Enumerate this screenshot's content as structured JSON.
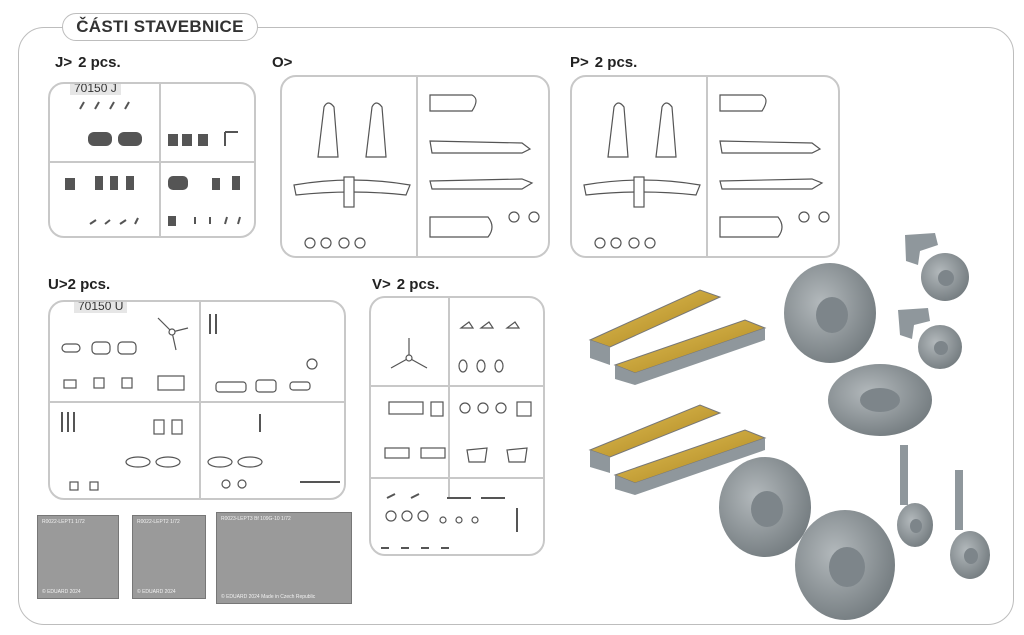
{
  "header": {
    "title": "ČÁSTI STAVEBNICE"
  },
  "sprues": {
    "J": {
      "letter": "J>",
      "qty": "2 pcs.",
      "code": "70150 J"
    },
    "O": {
      "letter": "O>"
    },
    "P": {
      "letter": "P>",
      "qty": "2 pcs."
    },
    "U": {
      "letter": "U>",
      "qty": "2 pcs.",
      "code": "70150 U"
    },
    "V": {
      "letter": "V>",
      "qty": "2 pcs."
    }
  },
  "photoetch": [
    {
      "label": "R0022-LEPT1  1/72",
      "footer": "© EDUARD 2024"
    },
    {
      "label": "R0022-LEPT2  1/72",
      "footer": "© EDUARD 2024"
    },
    {
      "label": "R0023-LEPT3  Bf 109G-10  1/72",
      "footer": "© EDUARD 2024   Made in Czech Republic"
    }
  ],
  "colors": {
    "frame": "#bdbdbd",
    "sprue": "#c8c8c8",
    "gold": "#c8a12a",
    "resin": "#8f979c"
  }
}
